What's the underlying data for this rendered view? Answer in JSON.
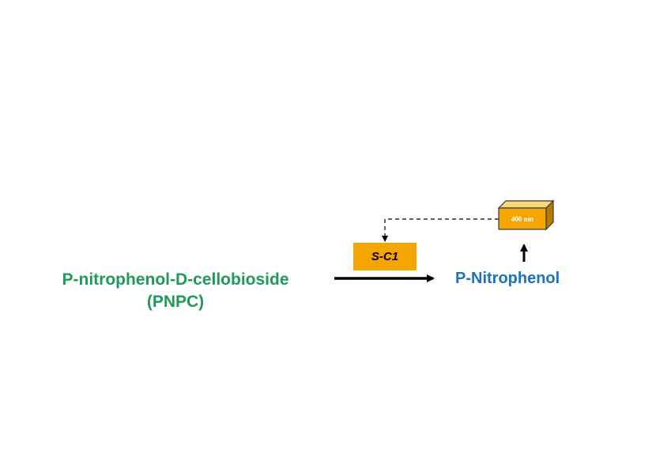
{
  "substrate": {
    "line1": "P-nitrophenol-D-cellobioside",
    "line2": "(PNPC)"
  },
  "enzyme": {
    "label": "S-C1"
  },
  "product": {
    "label": "P-Nitrophenol"
  },
  "detector": {
    "label": "400 nm"
  },
  "colors": {
    "substrate_text": "#1f9a5a",
    "product_text": "#1b72c3",
    "enzyme_box": "#f5a500",
    "cube_front": "#f5a500",
    "cube_top": "#fcd77a",
    "cube_side": "#b97a00",
    "cube_edge": "#3a3a3a"
  }
}
